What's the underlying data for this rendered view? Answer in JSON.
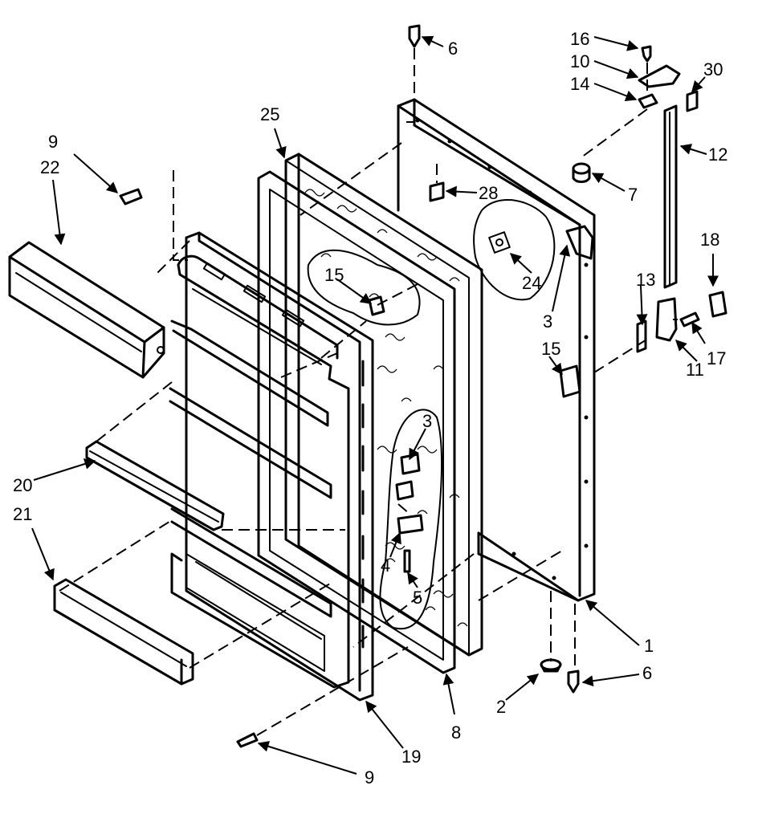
{
  "callouts": {
    "c1": "1",
    "c2": "2",
    "c3a": "3",
    "c3b": "3",
    "c4": "4",
    "c5": "5",
    "c6a": "6",
    "c6b": "6",
    "c7": "7",
    "c8": "8",
    "c9a": "9",
    "c9b": "9",
    "c10": "10",
    "c11": "11",
    "c12": "12",
    "c13": "13",
    "c14": "14",
    "c15a": "15",
    "c15b": "15",
    "c16": "16",
    "c17": "17",
    "c18": "18",
    "c19": "19",
    "c20": "20",
    "c21": "21",
    "c22": "22",
    "c24": "24",
    "c25": "25",
    "c28": "28",
    "c30": "30"
  }
}
